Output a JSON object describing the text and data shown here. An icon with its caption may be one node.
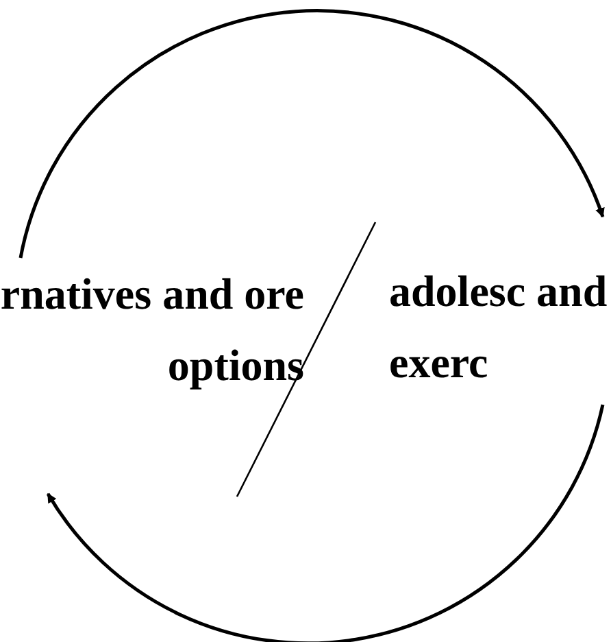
{
  "diagram": {
    "nodes": [
      {
        "text": [
          "rnatives and ore options"
        ]
      },
      {
        "text": [
          "adolesc and exerc"
        ]
      }
    ],
    "edges": [
      {
        "from": 0,
        "to": 1,
        "arrow": "to"
      },
      {
        "from": 1,
        "to": 0,
        "arrow": "to"
      }
    ]
  }
}
